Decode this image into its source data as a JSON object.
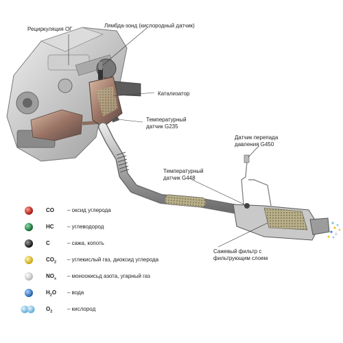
{
  "labels": {
    "egr": "Рециркуляция ОГ",
    "lambda": "Лямбда-зонд (кислородный датчик)",
    "catalyst": "Катализатор",
    "temp_g235": "Температурный датчик G235",
    "pressure_g450": "Датчик перепада давления G450",
    "temp_g448": "Температурный датчик G448",
    "dpf": "Сажевый фильтр с фильтрующим слоем"
  },
  "legend": [
    {
      "symbol": "CO",
      "sub": "",
      "desc": "– оксид углерода",
      "color": "#c0271f",
      "double": false
    },
    {
      "symbol": "HC",
      "sub": "",
      "desc": "– углеводород",
      "color": "#1f8a45",
      "double": false
    },
    {
      "symbol": "C",
      "sub": "",
      "desc": "– сажа, копоть",
      "color": "#2a2a2a",
      "double": false
    },
    {
      "symbol": "CO",
      "sub": "2",
      "desc": "– углекислый газ, диоксид углерода",
      "color": "#e8c82c",
      "double": false
    },
    {
      "symbol": "NO",
      "sub": "x",
      "desc": "– моноокисьд азота, угарный газ",
      "color": "#e6e6e6",
      "double": false
    },
    {
      "symbol": "H",
      "sub": "2",
      "symbol_tail": "O",
      "desc": "– вода",
      "color": "#3f82c8",
      "double": false
    },
    {
      "symbol": "O",
      "sub": "2",
      "desc": "– кислород",
      "color": "#8fc6e8",
      "double": true
    }
  ]
}
